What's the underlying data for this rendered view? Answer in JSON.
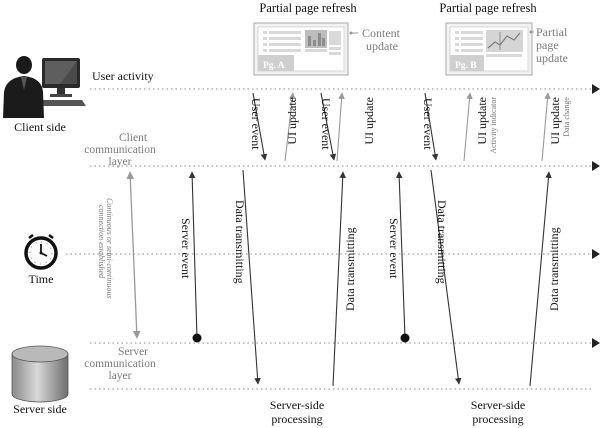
{
  "lanes": {
    "user_activity": "User activity",
    "client_comm": [
      "Client",
      "communication",
      "layer"
    ],
    "server_comm": [
      "Server",
      "communication",
      "layer"
    ],
    "time": "Time",
    "client_side": "Client side",
    "server_side": "Server side"
  },
  "pages": {
    "a": {
      "title": "Partial page refresh",
      "label": "Pg. A",
      "note": [
        "Content",
        "update"
      ]
    },
    "b": {
      "title": "Partial page refresh",
      "label": "Pg. B",
      "note": [
        "Partial",
        "page",
        "update"
      ]
    }
  },
  "connection_note": [
    "Continuous or semi-continuous",
    "connection established"
  ],
  "events": {
    "user_event": "User event",
    "ui_update": "UI update",
    "activity_indicator": "Activity indicator",
    "data_change": "Data change",
    "server_event": "Server event",
    "data_transmitting": "Data transmitting"
  },
  "processing": [
    "Server-side",
    "processing"
  ],
  "colors": {
    "line": "#444444",
    "text": "#111111",
    "grey_text": "#7a7a7a",
    "grey_arrow": "#999999",
    "dots": "#888888"
  },
  "icons": [
    "computer-user-icon",
    "clock-icon",
    "database-cylinder-icon"
  ]
}
